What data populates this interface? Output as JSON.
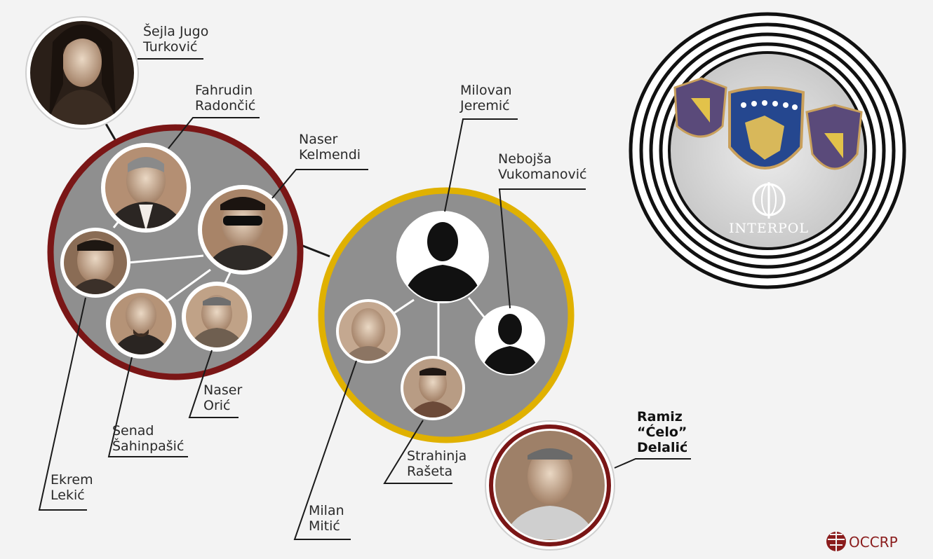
{
  "colors": {
    "background": "#f3f3f3",
    "clan_ring_red": "#7a1616",
    "clan_ring_gold": "#e0b100",
    "clan_fill": "#8f8f8f",
    "photo_tint": "#b79a80",
    "line": "#1a1a1a",
    "silhouette": "#111111",
    "occrp": "#8a1c1c"
  },
  "people": [
    {
      "id": "sejla",
      "name_lines": [
        "Šejla Jugo",
        "Turković"
      ]
    },
    {
      "id": "fahrudin",
      "name_lines": [
        "Fahrudin",
        "Radončić"
      ]
    },
    {
      "id": "naser_k",
      "name_lines": [
        "Naser",
        "Kelmendi"
      ]
    },
    {
      "id": "ekrem",
      "name_lines": [
        "Ekrem",
        "Lekić"
      ]
    },
    {
      "id": "senad",
      "name_lines": [
        "Senad",
        "Šahinpašić"
      ]
    },
    {
      "id": "naser_o",
      "name_lines": [
        "Naser",
        "Orić"
      ]
    },
    {
      "id": "milovan",
      "name_lines": [
        "Milovan",
        "Jeremić"
      ]
    },
    {
      "id": "nebojsa",
      "name_lines": [
        "Nebojša",
        "Vukomanović"
      ]
    },
    {
      "id": "milan",
      "name_lines": [
        "Milan",
        "Mitić"
      ]
    },
    {
      "id": "strahinja",
      "name_lines": [
        "Strahinja",
        "Rašeta"
      ]
    },
    {
      "id": "ramiz",
      "name_lines": [
        "Ramiz",
        "“Ćelo”",
        "Delalić"
      ]
    }
  ],
  "badges": {
    "interpol_label": "INTERPOL",
    "left_badge_text": "",
    "right_badge_text": ""
  },
  "footer": {
    "logo_text": "OCCRP"
  }
}
